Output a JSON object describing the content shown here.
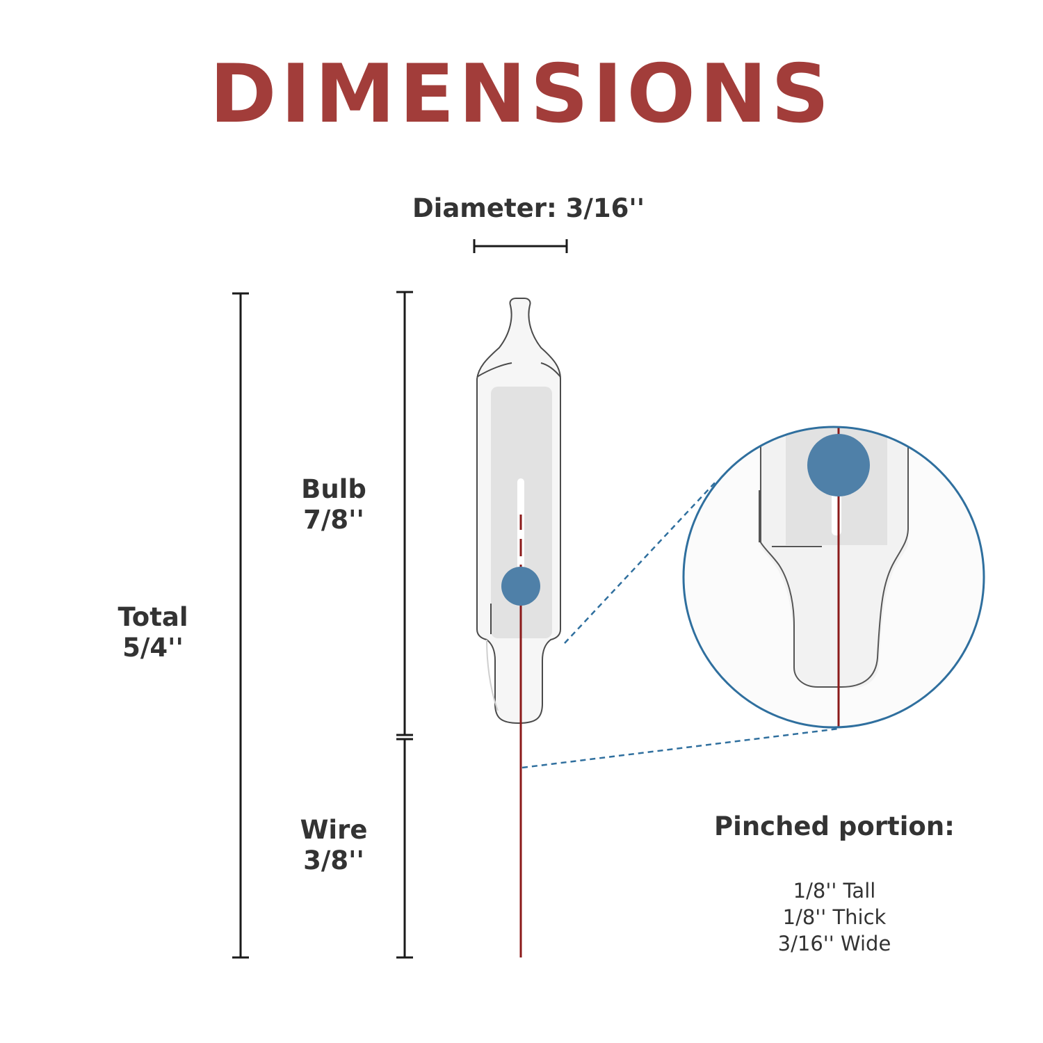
{
  "title": "DIMENSIONS",
  "diameter": {
    "label": "Diameter: 3/16''"
  },
  "bulb": {
    "name": "Bulb",
    "size": "7/8''"
  },
  "total": {
    "name": "Total",
    "size": "5/4''"
  },
  "wire": {
    "name": "Wire",
    "size": "3/8''"
  },
  "pinched": {
    "title": "Pinched portion:",
    "specs": [
      "1/8'' Tall",
      "1/8'' Thick",
      "3/16'' Wide"
    ]
  },
  "colors": {
    "title": "#a23d3a",
    "wire": "#8b1a1a",
    "dot": "#4f80a8",
    "zoom_ring": "#2f6f9e",
    "text": "#333333"
  }
}
